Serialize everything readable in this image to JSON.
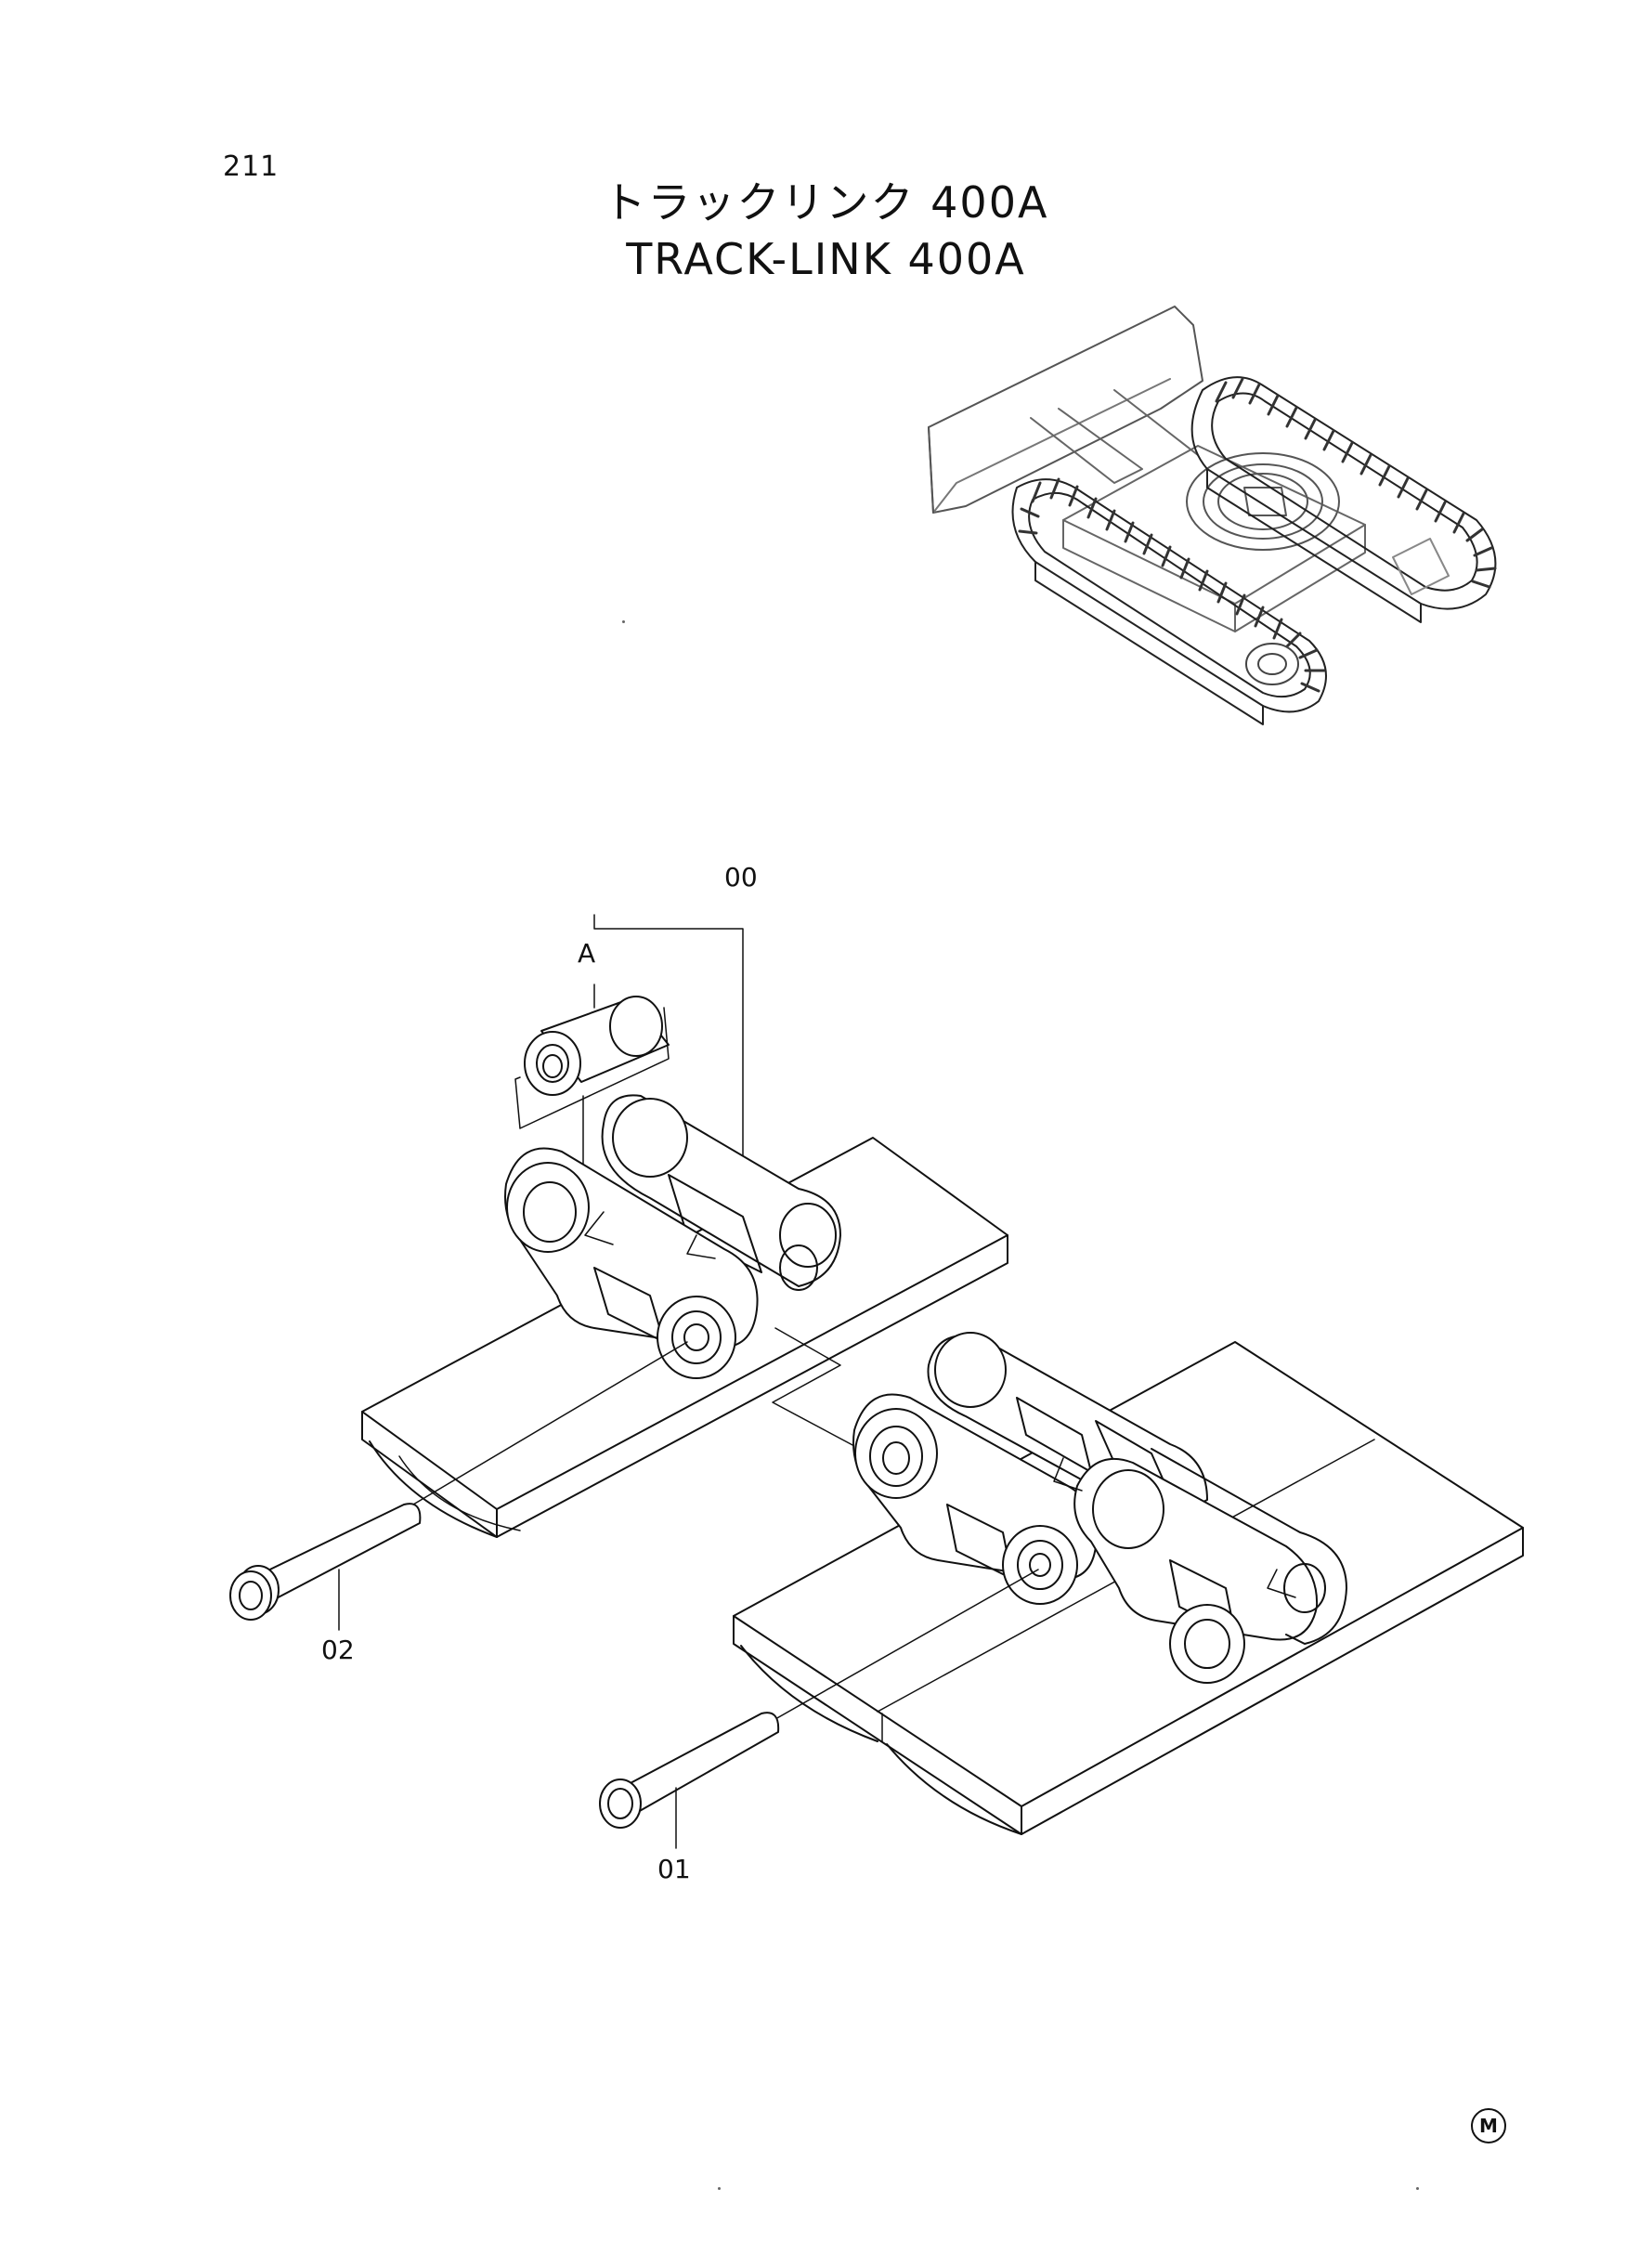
{
  "page": {
    "number": "211"
  },
  "title": {
    "japanese": "トラックリンク 400A",
    "english": "TRACK-LINK 400A"
  },
  "callouts": {
    "assembly": "00",
    "sub_assembly": "A",
    "pin_small": "01",
    "pin_collar": "02"
  },
  "footer": {
    "mark": "M"
  },
  "icons": {
    "overview": "excavator-undercarriage-icon",
    "exploded": "track-link-assembly-icon"
  }
}
